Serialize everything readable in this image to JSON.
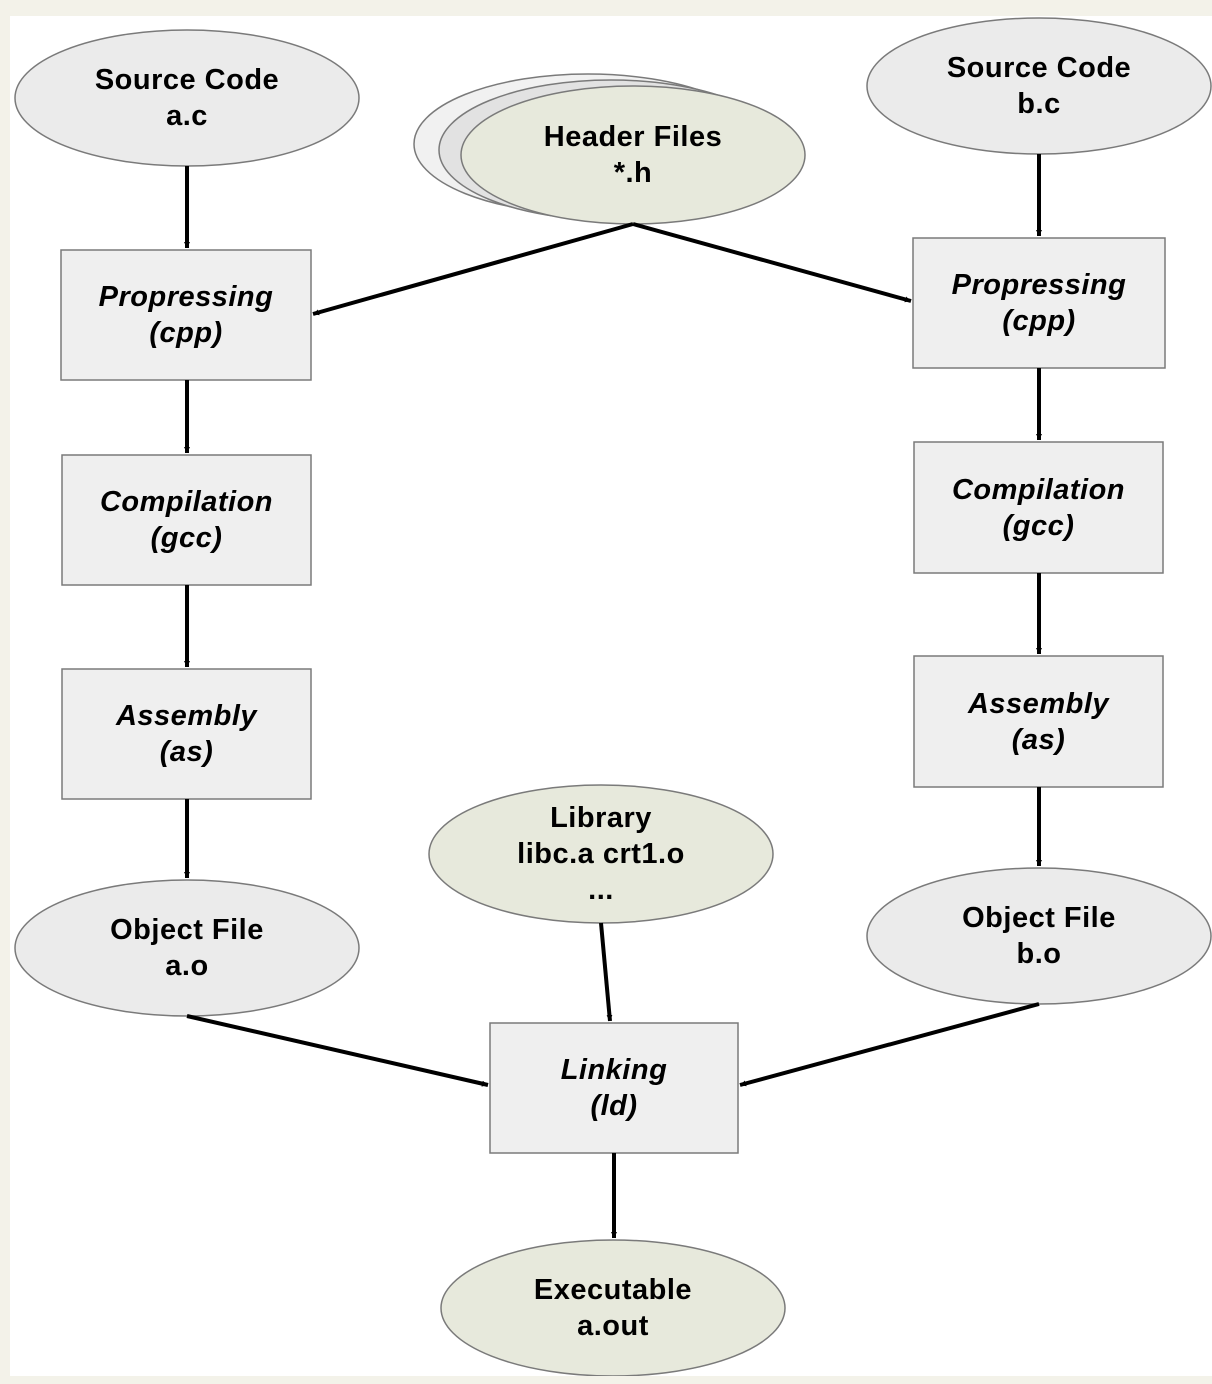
{
  "colors": {
    "page_background": "#f3f2e9",
    "canvas_background": "#ffffff",
    "box_fill": "#efefef",
    "box_stroke": "#7a7a7a",
    "ellipse_fill": "#ebebeb",
    "ellipse_green_fill": "#e7e9dc",
    "arrow": "#000000",
    "text": "#000000"
  },
  "left_chain": {
    "source": {
      "line1": "Source Code",
      "line2": "a.c"
    },
    "preprocess": {
      "line1": "Propressing",
      "line2": "(cpp)"
    },
    "compile": {
      "line1": "Compilation",
      "line2": "(gcc)"
    },
    "assemble": {
      "line1": "Assembly",
      "line2": "(as)"
    },
    "object": {
      "line1": "Object File",
      "line2": "a.o"
    }
  },
  "right_chain": {
    "source": {
      "line1": "Source Code",
      "line2": "b.c"
    },
    "preprocess": {
      "line1": "Propressing",
      "line2": "(cpp)"
    },
    "compile": {
      "line1": "Compilation",
      "line2": "(gcc)"
    },
    "assemble": {
      "line1": "Assembly",
      "line2": "(as)"
    },
    "object": {
      "line1": "Object File",
      "line2": "b.o"
    }
  },
  "headers": {
    "line1": "Header Files",
    "line2": "*.h"
  },
  "library": {
    "line1": "Library",
    "line2": "libc.a crt1.o",
    "line3": "..."
  },
  "linking": {
    "line1": "Linking",
    "line2": "(ld)"
  },
  "executable": {
    "line1": "Executable",
    "line2": "a.out"
  }
}
